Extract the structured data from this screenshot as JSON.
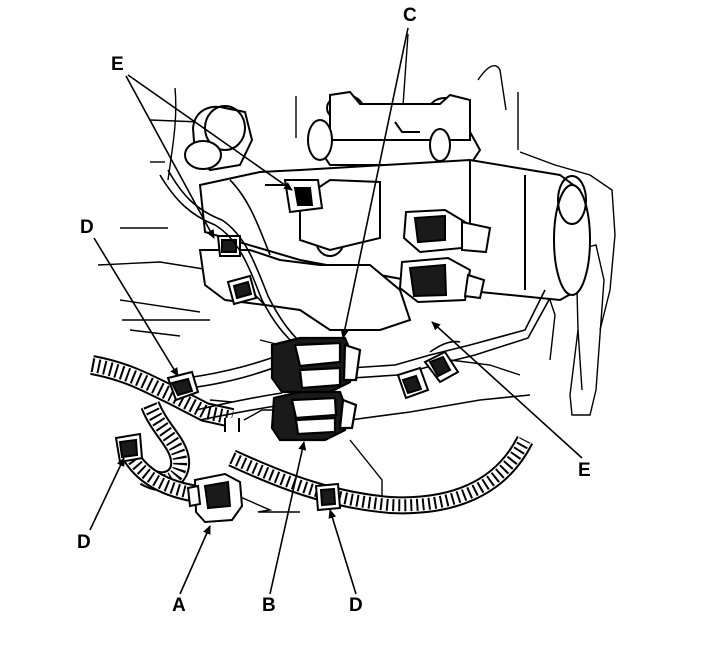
{
  "labels": {
    "A": "A",
    "B": "B",
    "C": "C",
    "D_top": "D",
    "D_left": "D",
    "D_bottom": "D",
    "E_top": "E",
    "E_right": "E"
  },
  "colors": {
    "line": "#000000",
    "background": "#ffffff",
    "dark_fill": "#1a1a1a",
    "light_fill": "#ffffff"
  }
}
